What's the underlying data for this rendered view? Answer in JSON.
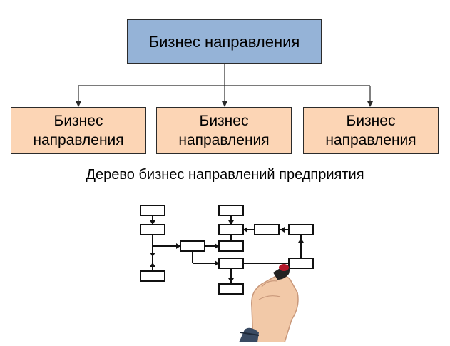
{
  "tree": {
    "root": {
      "label": "Бизнес направления"
    },
    "children": [
      {
        "line1": "Бизнес",
        "line2": "направления"
      },
      {
        "line1": "Бизнес",
        "line2": "направления"
      },
      {
        "line1": "Бизнес",
        "line2": "направления"
      }
    ]
  },
  "caption": "Дерево бизнес направлений предприятия",
  "colors": {
    "root_fill": "#95b3d7",
    "child_fill": "#fcd5b5",
    "border": "#2b2b2b"
  },
  "illustration": {
    "subject": "hand-drawing-flowchart",
    "icon": "hand-with-marker-icon"
  }
}
